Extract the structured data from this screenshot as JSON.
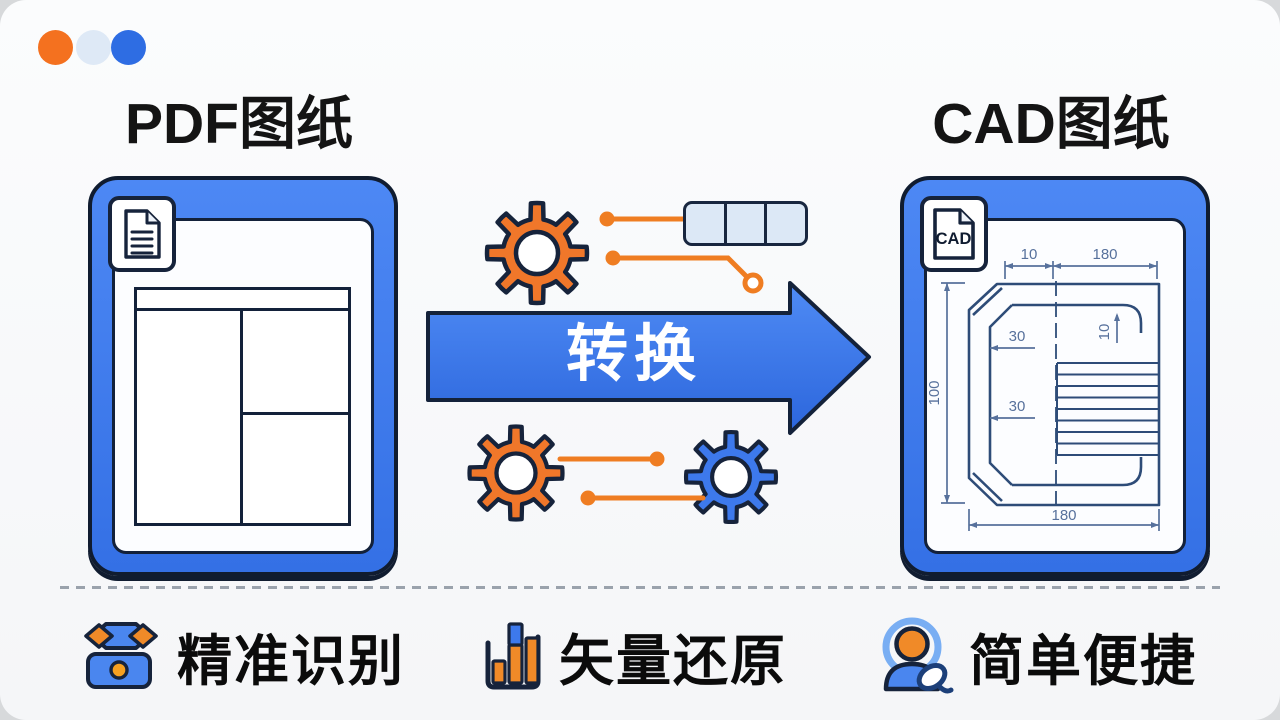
{
  "titles": {
    "left": "PDF图纸",
    "right": "CAD图纸"
  },
  "arrow": {
    "label": "转换"
  },
  "badges": {
    "cad": "CAD"
  },
  "cad_drawing": {
    "dim_top_small": "10",
    "dim_top_large": "180",
    "dim_left": "100",
    "dim_mid_upper": "30",
    "dim_mid_lower": "30",
    "dim_inner_vertical": "10",
    "dim_bottom": "180"
  },
  "features": [
    {
      "label": "精准识别",
      "icon": "toolbox-icon"
    },
    {
      "label": "矢量还原",
      "icon": "bar-chart-icon"
    },
    {
      "label": "简单便捷",
      "icon": "user-search-icon"
    }
  ],
  "colors": {
    "accent_orange": "#F0772A",
    "accent_blue": "#3B76EA",
    "outline_dark": "#16233B",
    "chip_fill": "#DCE8F6",
    "drawing_line": "#2E4C78",
    "decor_dots": [
      "#F4711F",
      "#DBE7F5",
      "#2E6DE3"
    ]
  }
}
